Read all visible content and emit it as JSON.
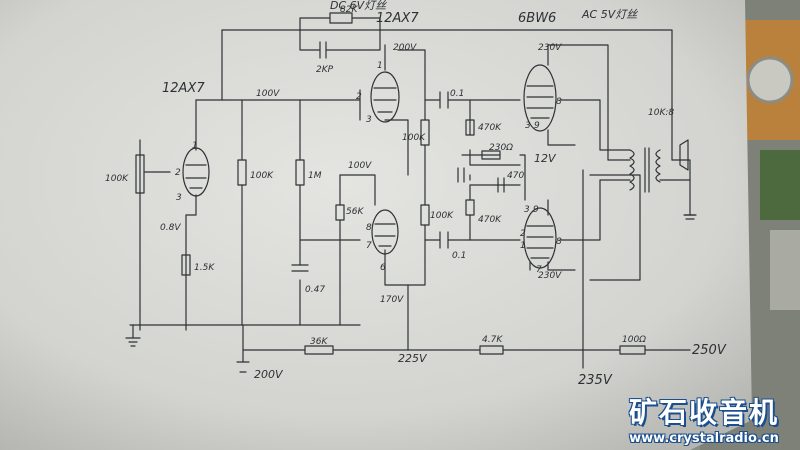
{
  "labels": {
    "top_left_tube": "12AX7",
    "top_tube": "12AX7",
    "top_heater_note": "DC 6V灯丝",
    "output_tube": "6BW6",
    "output_heater_note": "AC 5V灯丝",
    "feedback_resistor": "82K",
    "feedback_cap": "2KP",
    "rail_100v": "100V",
    "pot_100k": "100K",
    "v_08": "0.8V",
    "r_15k": "1.5K",
    "r_100k_mid": "100K",
    "r_1m": "1M",
    "c_047": "0.47",
    "v_100_pi": "100V",
    "r_56k": "56K",
    "v_170": "170V",
    "v_200_top": "200V",
    "r_100k_plate_top": "100K",
    "r_100k_plate_bot": "100K",
    "c_01_top": "0.1",
    "c_01_bot": "0.1",
    "r_470k_top": "470K",
    "r_470k_bot": "470K",
    "r_230": "230Ω",
    "r_470": "470",
    "v_12": "12V",
    "v_230_top": "230V",
    "v_230_bot": "230V",
    "transformer": "10K:8",
    "r_36k": "36K",
    "r_47k": "4.7K",
    "r_100ohm": "100Ω",
    "v_200_bottom": "200V",
    "v_225": "225V",
    "v_235": "235V",
    "v_250": "250V",
    "pin_2a": "2",
    "pin_3a": "3",
    "pin_1a": "1",
    "pin_2b": "2",
    "pin_3b": "3",
    "pin_1b": "1",
    "pin_8a": "8",
    "pin_7a": "7",
    "pin_6a": "6",
    "pin_3c": "3",
    "pin_9c": "9",
    "pin_8c": "8",
    "pin_2c": "2",
    "pin_1c": "1",
    "pin_3d": "3",
    "pin_9d": "9",
    "pin_8d": "8",
    "pin_7d": "7"
  },
  "watermark": {
    "cn": "矿石收音机",
    "url": "www.crystalradio.cn"
  },
  "colors": {
    "paper": "#dcdcd8",
    "ink": "#2e3236",
    "board_green": "#4c6a3e",
    "board_orange": "#b9813b"
  }
}
